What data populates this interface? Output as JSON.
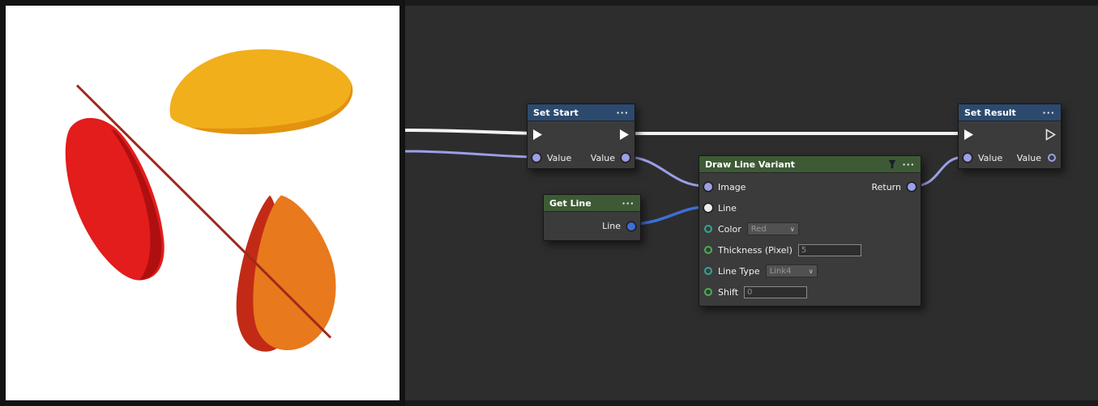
{
  "icons": {
    "chevron_down": "∨",
    "menu_dots": "···"
  },
  "wires": {
    "exec": "#f2f2f2",
    "value": "#9b9fe8",
    "line": "#3e6fd6"
  },
  "port_colors": {
    "value": "#9b9fe8",
    "exec": "#ffffff",
    "line_out": "#3e6fd6",
    "line_in": "#ececec",
    "enum": "#2fa898",
    "number": "#4caf50"
  },
  "image_preview": {
    "shapes": {
      "yellow": "#F2AF1C",
      "yellow_shade": "#E29210",
      "red": "#E31C1C",
      "red_shade": "#AF0F0F",
      "dark_red_petal": "#C22A16",
      "orange": "#E8791C",
      "drawn_line": "#9E2A1A"
    }
  },
  "nodes": {
    "set_start": {
      "title": "Set Start",
      "inputs": {
        "value": "Value"
      },
      "outputs": {
        "value": "Value"
      }
    },
    "get_line": {
      "title": "Get Line",
      "outputs": {
        "line": "Line"
      }
    },
    "draw_line_variant": {
      "title": "Draw Line Variant",
      "inputs": {
        "image": "Image",
        "line": "Line"
      },
      "fields": {
        "color": {
          "label": "Color",
          "value": "Red"
        },
        "thickness": {
          "label": "Thickness (Pixel)",
          "value": "5"
        },
        "line_type": {
          "label": "Line Type",
          "value": "Link4"
        },
        "shift": {
          "label": "Shift",
          "value": "0"
        }
      },
      "outputs": {
        "return": "Return"
      }
    },
    "set_result": {
      "title": "Set Result",
      "inputs": {
        "value": "Value"
      },
      "outputs": {
        "value": "Value"
      }
    }
  }
}
